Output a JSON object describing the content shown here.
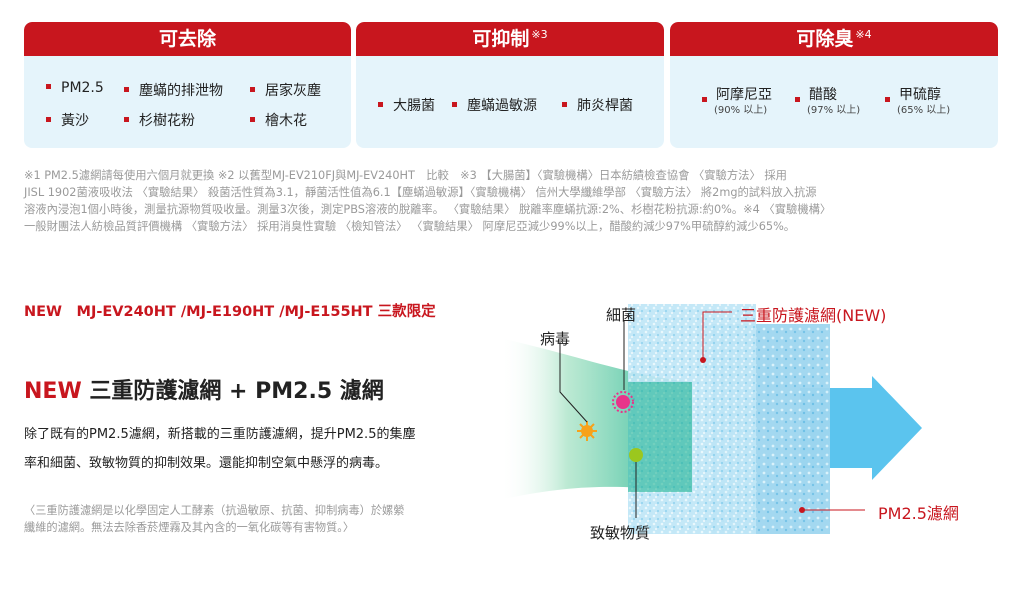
{
  "panels": [
    {
      "title": "可去除",
      "note_mark": "",
      "items": [
        "PM2.5",
        "塵蟎的排泄物",
        "居家灰塵",
        "黃沙",
        "杉樹花粉",
        "檜木花"
      ]
    },
    {
      "title": "可抑制",
      "note_mark": "※3",
      "items": [
        "大腸菌",
        "塵蟎過敏源",
        "肺炎桿菌"
      ]
    },
    {
      "title": "可除臭",
      "note_mark": "※4",
      "items": [
        {
          "name": "阿摩尼亞",
          "rate": "(90% 以上)"
        },
        {
          "name": "醋酸",
          "rate": "(97% 以上)"
        },
        {
          "name": "甲硫醇",
          "rate": "(65% 以上)"
        }
      ]
    }
  ],
  "notes": [
    "※1 PM2.5濾網請每使用六個月就更換 ※2 以舊型MJ-EV210FJ與MJ-EV240HT　比較　※3 【大腸菌】〈實驗機構〉日本紡績檢查協會 〈實驗方法〉 採用",
    "JISL 1902菌液吸收法 〈實驗結果〉 殺菌活性質為3.1，靜菌活性值為6.1【塵蟎過敏源】〈實驗機構〉 信州大學纖維學部 〈實驗方法〉 將2mg的試料放入抗源",
    "溶液內浸泡1個小時後，測量抗源物質吸收量。測量3次後，測定PBS溶液的脫離率。 〈實驗結果〉 脫離率塵蟎抗源:2%、杉樹花粉抗源:約0%。※4 〈實驗機構〉",
    "一般財團法人紡檢品質評價機構 〈實驗方法〉 採用消臭性實驗 〈檢知管法〉 〈實驗結果〉 阿摩尼亞減少99%以上，醋酸約減少97%甲硫醇約減少65%。"
  ],
  "limited": "NEW　MJ-EV240HT /MJ-E190HT /MJ-E155HT 三款限定",
  "headline": {
    "new": "NEW",
    "text": "三重防護濾網 + PM2.5 濾網"
  },
  "description": [
    "除了既有的PM2.5濾網，新搭載的三重防護濾網，提升PM2.5的集塵",
    "率和細菌、致敏物質的抑制效果。還能抑制空氣中懸浮的病毒。"
  ],
  "footnote": [
    "〈三重防護濾網是以化學固定人工酵素（抗過敏原、抗菌、抑制病毒）於嫘縈",
    "纖維的濾網。無法去除香菸煙霧及其內含的一氧化碳等有害物質。〉"
  ],
  "diagram": {
    "virus": "病毒",
    "bacteria": "細菌",
    "allergen": "致敏物質",
    "triple_filter": "三重防護濾網(NEW)",
    "pm_filter": "PM2.5濾網"
  },
  "colors": {
    "brand_red": "#c8161e",
    "panel_bg": "#e5f4fb",
    "arrow_blue": "#5bc4ee"
  }
}
